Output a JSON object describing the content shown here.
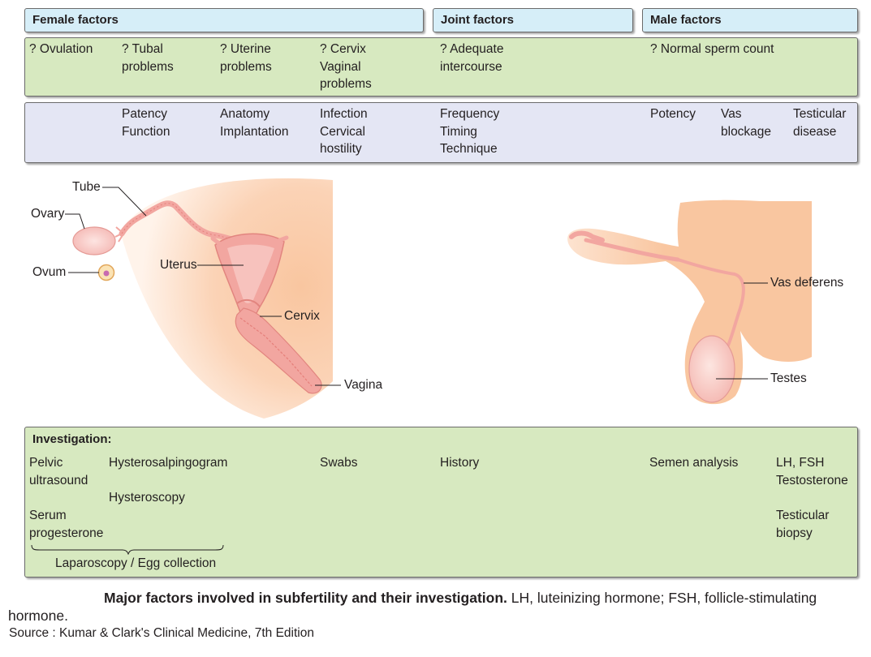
{
  "headers": {
    "female": "Female factors",
    "joint": "Joint factors",
    "male": "Male factors"
  },
  "factors": {
    "ovulation": "? Ovulation",
    "tubal": "? Tubal\nproblems",
    "uterine": "? Uterine\nproblems",
    "cervix": "? Cervix\nVaginal\nproblems",
    "intercourse": "? Adequate\nintercourse",
    "sperm": "? Normal sperm count"
  },
  "details": {
    "tubal": "Patency\nFunction",
    "uterine": "Anatomy\nImplantation",
    "cervix": "Infection\nCervical\nhostility",
    "intercourse": "Frequency\nTiming\nTechnique",
    "potency": "Potency",
    "vas": "Vas\nblockage",
    "testicular": "Testicular\ndisease"
  },
  "labels": {
    "tube": "Tube",
    "ovary": "Ovary",
    "ovum": "Ovum",
    "uterus": "Uterus",
    "cervix": "Cervix",
    "vagina": "Vagina",
    "vas_deferens": "Vas deferens",
    "testes": "Testes"
  },
  "investigation": {
    "title": "Investigation:",
    "pelvic": "Pelvic\nultrasound",
    "hsg": "Hysterosalpingogram",
    "hysteroscopy": "Hysteroscopy",
    "serum": "Serum\nprogesterone",
    "laparoscopy": "Laparoscopy / Egg collection",
    "swabs": "Swabs",
    "history": "History",
    "semen": "Semen analysis",
    "hormones": "LH, FSH\nTestosterone",
    "biopsy": "Testicular\nbiopsy"
  },
  "caption": {
    "bold": "Major factors involved in subfertility and their investigation.",
    "rest": " LH, luteinizing hormone; FSH, follicle-stimulating hormone."
  },
  "source": "Source : Kumar & Clark's Clinical Medicine, 7th Edition",
  "colors": {
    "header_fill": "#d6eef8",
    "factor_fill": "#d7e9c0",
    "detail_fill": "#e4e6f4",
    "skin": "#f9c9a3",
    "organ": "#f2a6a0"
  }
}
